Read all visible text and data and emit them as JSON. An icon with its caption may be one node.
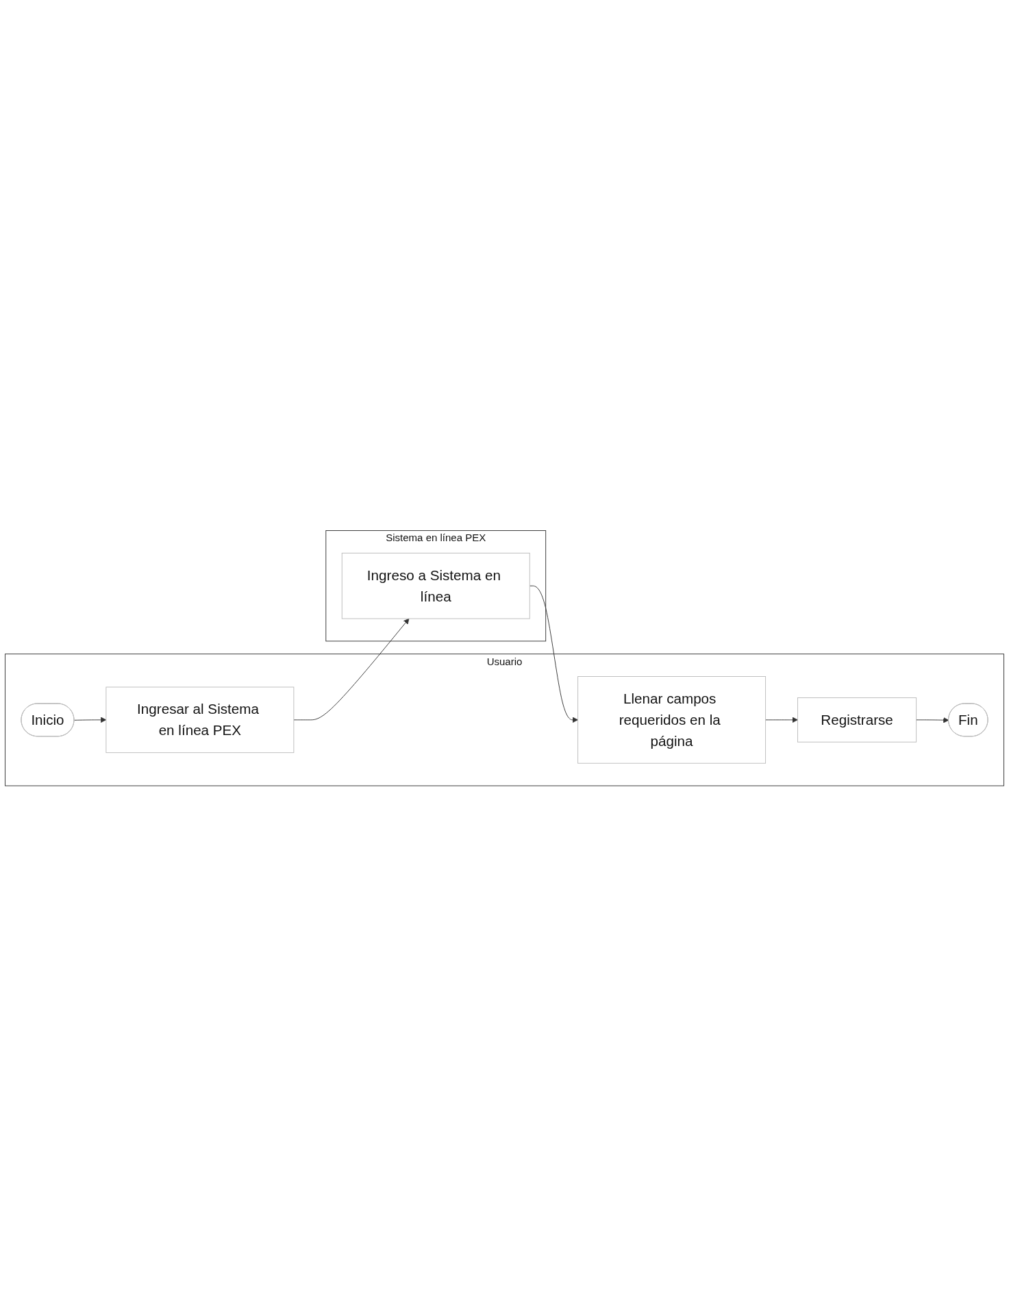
{
  "diagram": {
    "nodes": [
      {
        "text": [
          "Usuario"
        ]
      },
      {
        "text": [
          "Sistema en línea PEX"
        ]
      },
      {
        "text": [
          "Inicio"
        ],
        "in": 0
      },
      {
        "text": [
          "Ingresar al Sistema en línea PEX"
        ],
        "in": 0
      },
      {
        "text": [
          "Ingreso a Sistema en línea"
        ],
        "in": 1
      },
      {
        "text": [
          "Llenar campos requeridos en la página"
        ],
        "in": 0
      },
      {
        "text": [
          "Registrarse"
        ],
        "in": 0
      },
      {
        "text": [
          "Fin"
        ],
        "in": 0
      }
    ],
    "edges": [
      {
        "from": 2,
        "to": 3,
        "arrow": "to"
      },
      {
        "from": 3,
        "to": 4,
        "arrow": "to"
      },
      {
        "from": 4,
        "to": 5,
        "arrow": "to"
      },
      {
        "from": 5,
        "to": 6,
        "arrow": "to"
      },
      {
        "from": 6,
        "to": 7,
        "arrow": "to"
      }
    ]
  }
}
